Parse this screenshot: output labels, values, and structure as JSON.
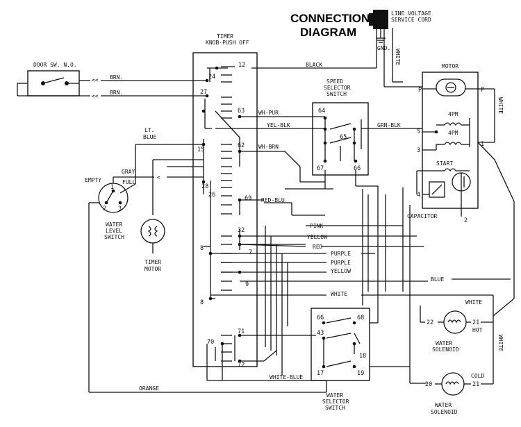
{
  "title_line1": "CONNECTION",
  "title_line2": "DIAGRAM",
  "service_cord": {
    "line1": "LINE VOLTAGE",
    "line2": "SERVICE CORD",
    "ground": "GND."
  },
  "door_switch": "DOOR SW. N.O.",
  "timer": {
    "line1": "TIMER",
    "line2": "KNOB-PUSH OFF"
  },
  "speed_switch": {
    "line1": "SPEED",
    "line2": "SELECTOR",
    "line3": "SWITCH"
  },
  "motor": {
    "title": "MOTOR",
    "pole4": "4PM",
    "pole6": "4PM",
    "start": "START",
    "capacitor": "CAPACITOR"
  },
  "water_level": {
    "line1": "WATER",
    "line2": "LEVEL",
    "line3": "SWITCH",
    "empty": "EMPTY",
    "full": "FULL"
  },
  "timer_motor": {
    "line1": "TIMER",
    "line2": "MOTOR"
  },
  "water_selector": {
    "line1": "WATER",
    "line2": "SELECTOR",
    "line3": "SWITCH"
  },
  "hot_solenoid": {
    "tag": "HOT",
    "line1": "WATER",
    "line2": "SOLENOID"
  },
  "cold_solenoid": {
    "tag": "COLD",
    "line1": "WATER",
    "line2": "SOLENOID"
  },
  "wires": {
    "black": "BLACK",
    "brn": "BRN.",
    "lt_blue_1": "LT.",
    "lt_blue_2": "BLUE",
    "gray": "GRAY",
    "wh_pur": "WH-PUR",
    "yel_blk": "YEL-BLK",
    "grn_blk": "GRN-BLK",
    "wh_brn": "WH-BRN",
    "red_blu": "RED-BLU",
    "pink": "PINK",
    "yellow": "YELLOW",
    "red": "RED",
    "purple": "PURPLE",
    "blue": "BLUE",
    "white": "WHITE",
    "orange": "ORANGE",
    "white_blue": "WHITE-BLUE",
    "white_v": "WHITE"
  },
  "terminals": {
    "t12": "12",
    "t24": "24",
    "t27": "27",
    "t63": "63",
    "t62": "62",
    "t15": "15",
    "t28": "28",
    "t26": "26",
    "t69": "69",
    "t32": "32",
    "t7": "7",
    "t8a": "8",
    "t9": "9",
    "t8b": "8",
    "t71": "71",
    "t70": "70",
    "t72": "72",
    "s64": "64",
    "s65": "65",
    "s67": "67",
    "s66": "66",
    "m5": "5",
    "m3": "3",
    "m4": "4",
    "mp1": "P",
    "mp2": "P",
    "m1": "1",
    "m2": "2",
    "ws66": "66",
    "ws68": "68",
    "ws43": "43",
    "ws18": "18",
    "ws17": "17",
    "ws19": "19",
    "h22": "22",
    "h21": "21",
    "c20": "20",
    "c21": "21",
    "wl1": "1",
    "wl2": "2",
    "wl3": "3"
  }
}
